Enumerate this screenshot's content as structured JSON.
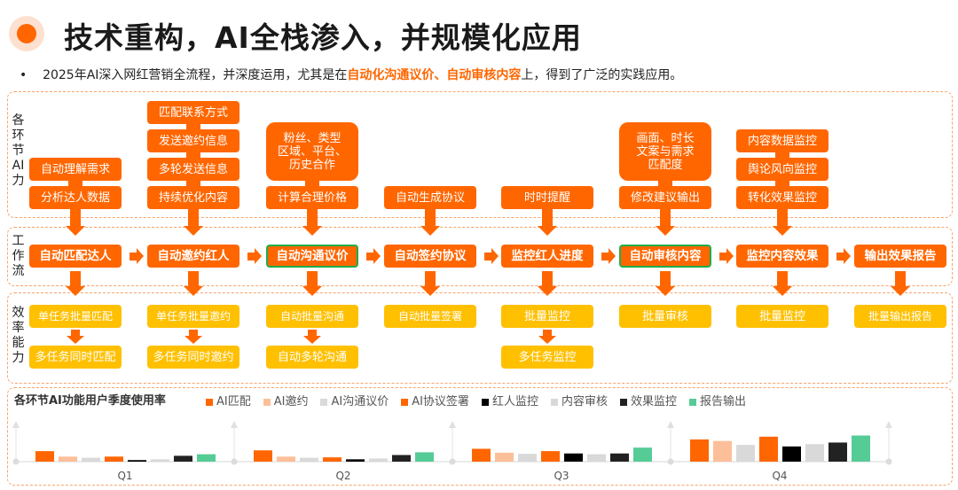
{
  "title": "技术重构，AI全栈渗入，并规模化应用",
  "bullet": {
    "marker": "•",
    "prefix": "2025年AI深入网红营销全流程，并深度运用，尤其是在",
    "highlight": "自动化沟通议价、自动审核内容",
    "suffix": "上，得到了广泛的实践应用。"
  },
  "section_labels": {
    "ai": "各环节AI力",
    "workflow": "工作流",
    "efficiency": "效率能力"
  },
  "colors": {
    "accent": "#ff6600",
    "efficiency": "#ffc000",
    "highlight_border": "#1fae4a"
  },
  "columns": [
    {
      "ai": [
        "自动理解需求",
        "分析达人数据"
      ],
      "workflow": "自动匹配达人",
      "efficiency": [
        "单任务批量匹配",
        "多任务同时匹配"
      ]
    },
    {
      "ai": [
        "匹配联系方式",
        "发送邀约信息",
        "多轮发送信息",
        "持续优化内容"
      ],
      "workflow": "自动邀约红人",
      "efficiency": [
        "单任务批量邀约",
        "多任务同时邀约"
      ]
    },
    {
      "ai_big": "粉丝、类型\n区域、平台、\n历史合作",
      "ai": [
        "计算合理价格"
      ],
      "workflow": "自动沟通议价",
      "highlighted": true,
      "efficiency": [
        "自动批量沟通",
        "自动多轮沟通"
      ]
    },
    {
      "ai": [
        "自动生成协议"
      ],
      "workflow": "自动签约协议",
      "efficiency": [
        "自动批量签署"
      ]
    },
    {
      "ai": [
        "时时提醒"
      ],
      "workflow": "监控红人进度",
      "efficiency": [
        "批量监控",
        "多任务监控"
      ]
    },
    {
      "ai_big": "画面、时长\n文案与需求\n匹配度",
      "ai": [
        "修改建议输出"
      ],
      "workflow": "自动审核内容",
      "highlighted": true,
      "efficiency": [
        "批量审核"
      ]
    },
    {
      "ai": [
        "内容数据监控",
        "舆论风向监控",
        "转化效果监控"
      ],
      "workflow": "监控内容效果",
      "efficiency": [
        "批量监控"
      ]
    },
    {
      "ai": [],
      "workflow": "输出效果报告",
      "efficiency": [
        "批量输出报告"
      ]
    }
  ],
  "chart_data": {
    "type": "bar",
    "title": "各环节AI功能用户季度使用率",
    "categories": [
      "Q1",
      "Q2",
      "Q3",
      "Q4"
    ],
    "ylim": [
      0,
      100
    ],
    "grid": false,
    "legend_placement": "top",
    "series": [
      {
        "name": "AI匹配",
        "color": "#ff6600",
        "values": [
          27,
          29,
          33,
          57
        ]
      },
      {
        "name": "AI邀约",
        "color": "#fdbf99",
        "values": [
          13,
          13,
          23,
          53
        ]
      },
      {
        "name": "AI沟通议价",
        "color": "#d9d9d9",
        "values": [
          10,
          10,
          20,
          43
        ]
      },
      {
        "name": "AI协议签署",
        "color": "#ff6600",
        "values": [
          13,
          11,
          27,
          64
        ]
      },
      {
        "name": "红人监控",
        "color": "#000000",
        "values": [
          4,
          6,
          21,
          39
        ]
      },
      {
        "name": "内容审核",
        "color": "#d9d9d9",
        "values": [
          6,
          8,
          19,
          45
        ]
      },
      {
        "name": "效果监控",
        "color": "#222222",
        "values": [
          15,
          17,
          21,
          49
        ]
      },
      {
        "name": "报告输出",
        "color": "#55cc95",
        "values": [
          19,
          24,
          36,
          67
        ]
      }
    ]
  }
}
